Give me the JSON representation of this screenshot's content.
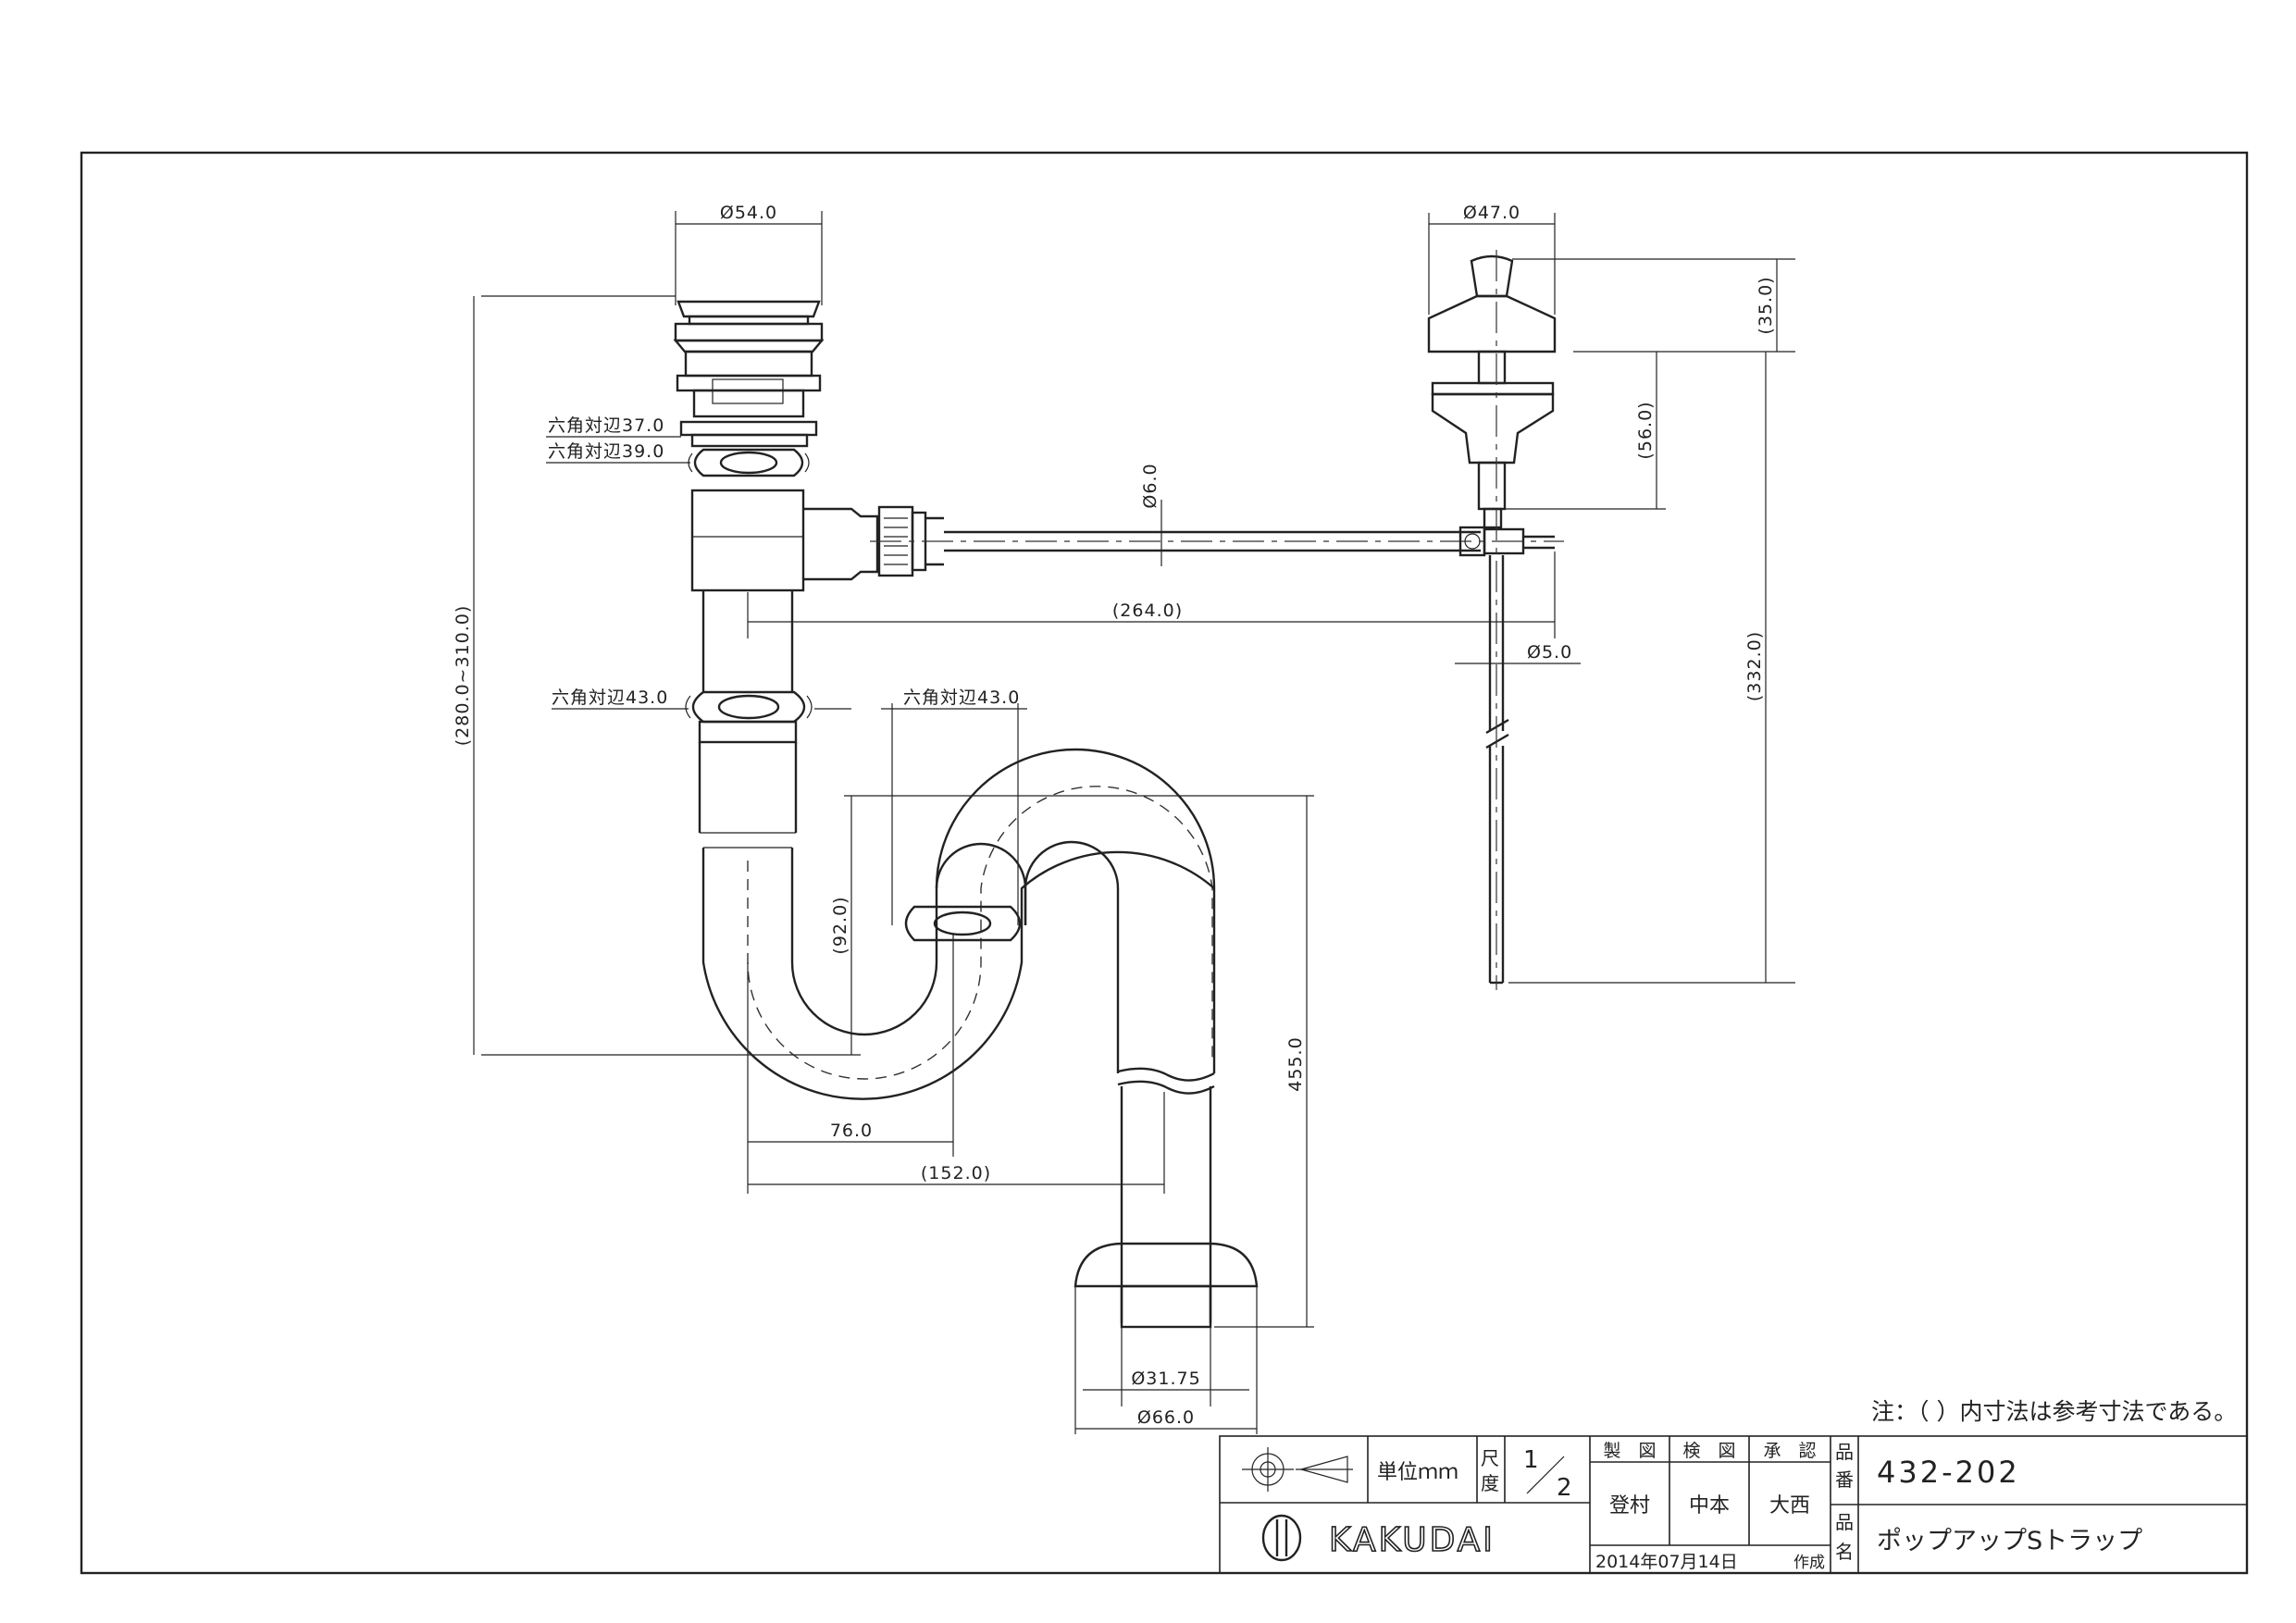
{
  "dimensions": {
    "drain_dia": "Ø54.0",
    "knob_dia": "Ø47.0",
    "knob_height": "(35.0)",
    "knob_rod": "(56.0)",
    "rod_total": "(332.0)",
    "hex37": "六角対辺37.0",
    "hex39": "六角対辺39.0",
    "hex43_left": "六角対辺43.0",
    "hex43_right": "六角対辺43.0",
    "link_rod_dia": "Ø6.0",
    "link_length": "(264.0)",
    "lift_rod_dia": "Ø5.0",
    "overall_height": "(280.0~310.0)",
    "trap_depth": "(92.0)",
    "trap_drop": "455.0",
    "offset_76": "76.0",
    "offset_152": "(152.0)",
    "pipe_dia": "Ø31.75",
    "flange_dia": "Ø66.0"
  },
  "note": "注：（ ）内寸法は参考寸法である。",
  "title_block": {
    "unit_label": "単位ｍｍ",
    "scale_label_top": "尺",
    "scale_label_bottom": "度",
    "scale_num": "1",
    "scale_den": "2",
    "drawn_label": "製　図",
    "checked_label": "検　図",
    "approved_label": "承　認",
    "drawn_by": "登村",
    "checked_by": "中本",
    "approved_by": "大西",
    "date": "2014年07月14日",
    "created_label": "作成",
    "part_no_label_top": "品",
    "part_no_label_bottom": "番",
    "part_no": "432-202",
    "part_name_label_top": "品",
    "part_name_label_bottom": "名",
    "part_name": "ポップアップSトラップ",
    "brand": "KAKUDAI"
  }
}
